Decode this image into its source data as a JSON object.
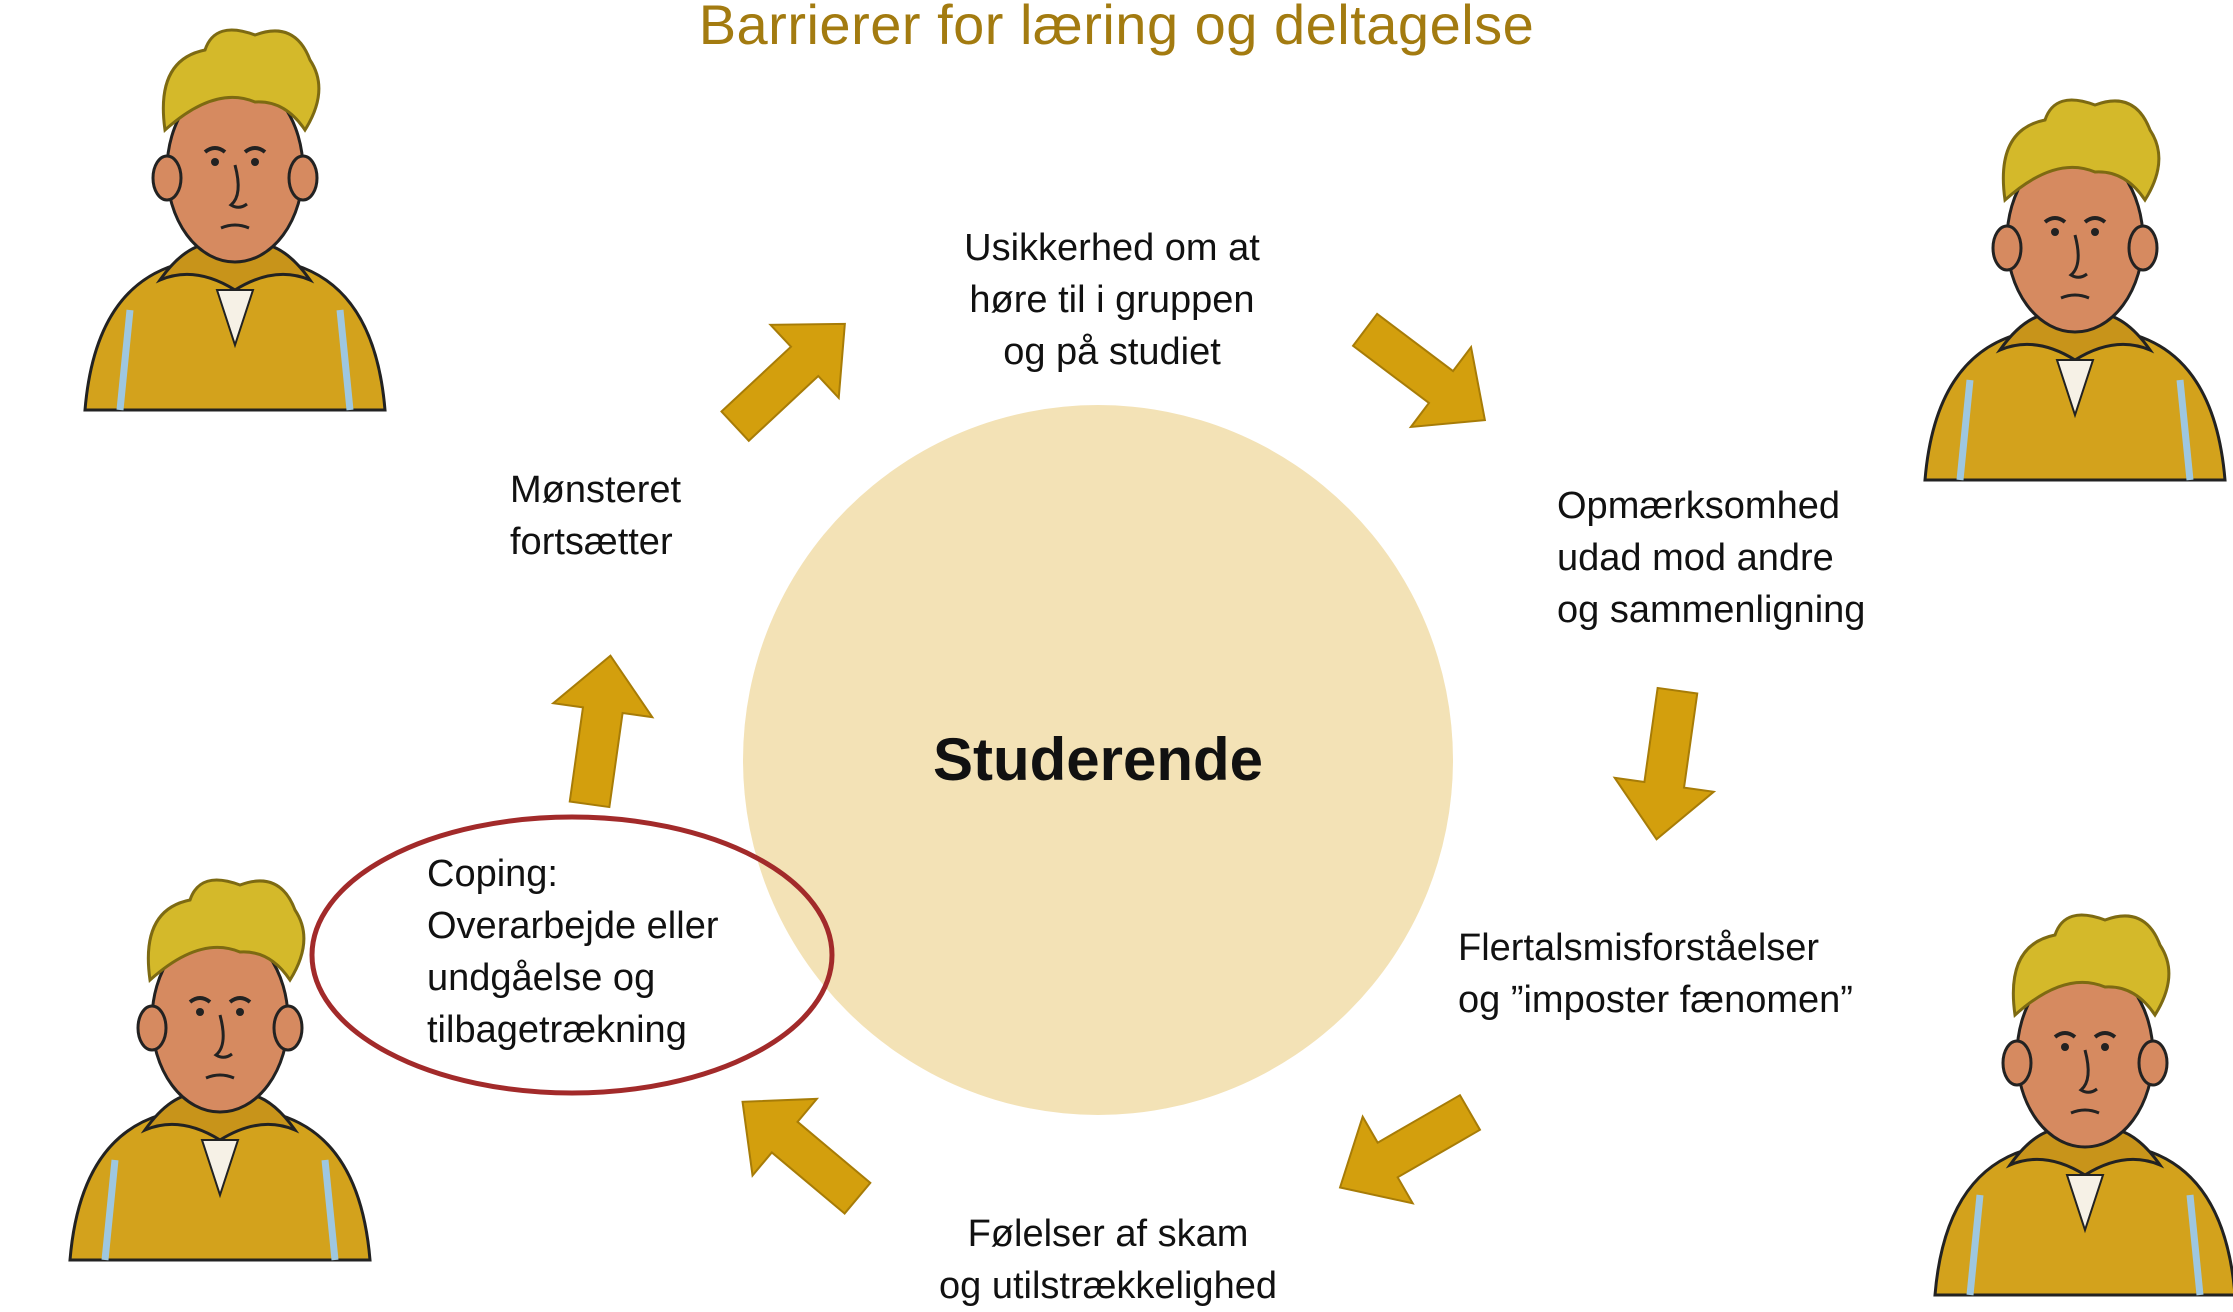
{
  "title": "Barrierer for læring og deltagelse",
  "center": "Studerende",
  "steps": [
    {
      "lines": [
        "Usikkerhed om at",
        "høre til i gruppen",
        "og på studiet"
      ]
    },
    {
      "lines": [
        "Opmærksomhed",
        "udad mod andre",
        "og sammenligning"
      ]
    },
    {
      "lines": [
        "Flertalsmisforståelser",
        "og ”imposter fænomen”"
      ]
    },
    {
      "lines": [
        "Følelser af skam",
        "og utilstrækkelighed"
      ]
    },
    {
      "lines": [
        "Coping:",
        "Overarbejde eller",
        "undgåelse og",
        "tilbagetrækning"
      ]
    },
    {
      "lines": [
        "Mønsteret",
        "fortsætter"
      ]
    }
  ],
  "colors": {
    "title": "#a37b10",
    "arrow": "#d39f0d",
    "circle": "#f3e2b6",
    "highlight_ellipse": "#a22a2a",
    "jacket": "#d3a21c",
    "hair": "#d4b92a",
    "skin": "#d68a60"
  },
  "icons": [
    "student-illustration-top-left",
    "student-illustration-top-right",
    "student-illustration-bottom-left",
    "student-illustration-bottom-right"
  ]
}
